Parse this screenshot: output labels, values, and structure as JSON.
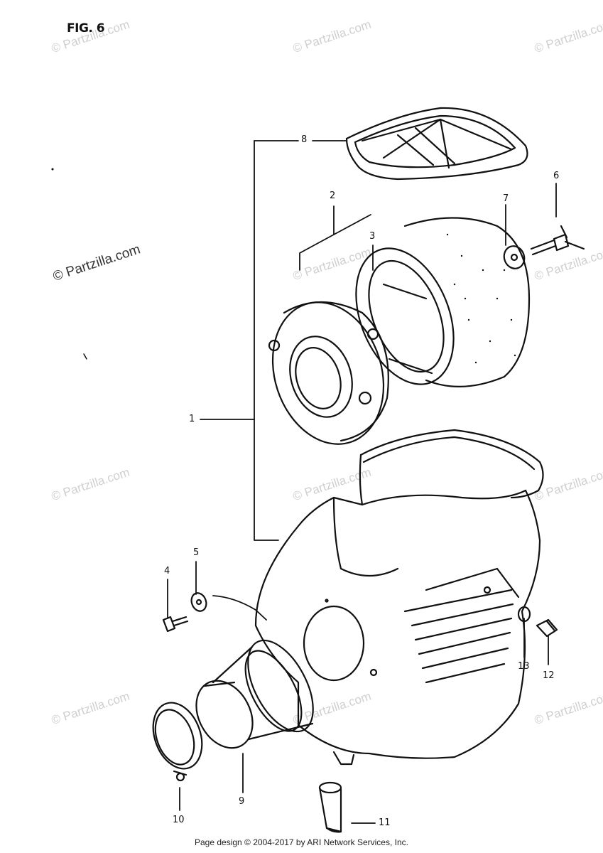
{
  "figure": {
    "label": "FIG. 6"
  },
  "parts": [
    {
      "number": "1"
    },
    {
      "number": "2"
    },
    {
      "number": "3"
    },
    {
      "number": "4"
    },
    {
      "number": "5"
    },
    {
      "number": "6"
    },
    {
      "number": "7"
    },
    {
      "number": "8"
    },
    {
      "number": "9"
    },
    {
      "number": "10"
    },
    {
      "number": "11"
    },
    {
      "number": "12"
    },
    {
      "number": "13"
    }
  ],
  "watermark": {
    "text": "© Partzilla.com"
  },
  "footer": {
    "text": "Page design © 2004-2017 by ARI Network Services, Inc."
  }
}
